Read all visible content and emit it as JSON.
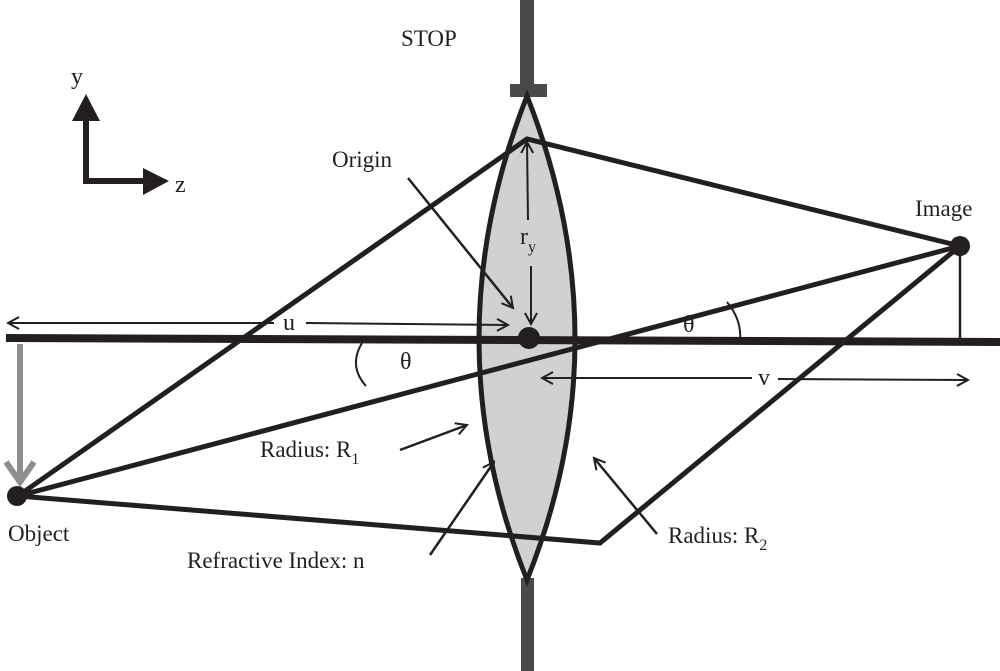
{
  "figure": {
    "title": "Thin lens ray diagram with stop",
    "colors": {
      "ink": "#231f20",
      "lens_fill": "#cfd1d3",
      "stop": "#4a4a4c",
      "object_arrow": "#8e8e90",
      "background": "#ffffff"
    }
  },
  "axes_indicator": {
    "y_label": "y",
    "z_label": "z"
  },
  "labels": {
    "stop": "STOP",
    "origin": "Origin",
    "image": "Image",
    "object": "Object",
    "u": "u",
    "v": "v",
    "theta_left": "θ",
    "theta_right": "θ",
    "ry_main": "r",
    "ry_sub": "y",
    "radius1_main": "Radius: R",
    "radius1_sub": "1",
    "radius2_main": "Radius: R",
    "radius2_sub": "2",
    "refractive_index": "Refractive Index: n"
  },
  "elements": {
    "lens": "biconvex-lens",
    "optical_axis": "optical-axis",
    "rays": [
      "marginal-ray-upper",
      "chief-ray",
      "marginal-ray-lower"
    ]
  }
}
